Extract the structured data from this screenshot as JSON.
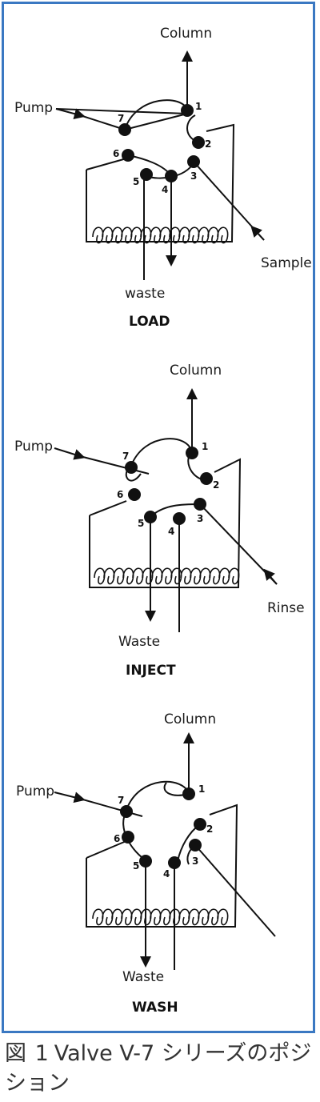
{
  "colors": {
    "frame": "#3a78c2",
    "ink": "#111111"
  },
  "panels": [
    {
      "mode": "LOAD",
      "labels": {
        "column": "Column",
        "pump": "Pump",
        "side": "Sample",
        "waste": "waste"
      },
      "ports": [
        "1",
        "2",
        "3",
        "4",
        "5",
        "6",
        "7"
      ]
    },
    {
      "mode": "INJECT",
      "labels": {
        "column": "Column",
        "pump": "Pump",
        "side": "Rinse",
        "waste": "Waste"
      },
      "ports": [
        "1",
        "2",
        "3",
        "4",
        "5",
        "6",
        "7"
      ]
    },
    {
      "mode": "WASH",
      "labels": {
        "column": "Column",
        "pump": "Pump",
        "side": "",
        "waste": "Waste"
      },
      "ports": [
        "1",
        "2",
        "3",
        "4",
        "5",
        "6",
        "7"
      ]
    }
  ],
  "caption": {
    "figure_label": "図 1",
    "text": "Valve V-7 シリーズのポジション"
  }
}
